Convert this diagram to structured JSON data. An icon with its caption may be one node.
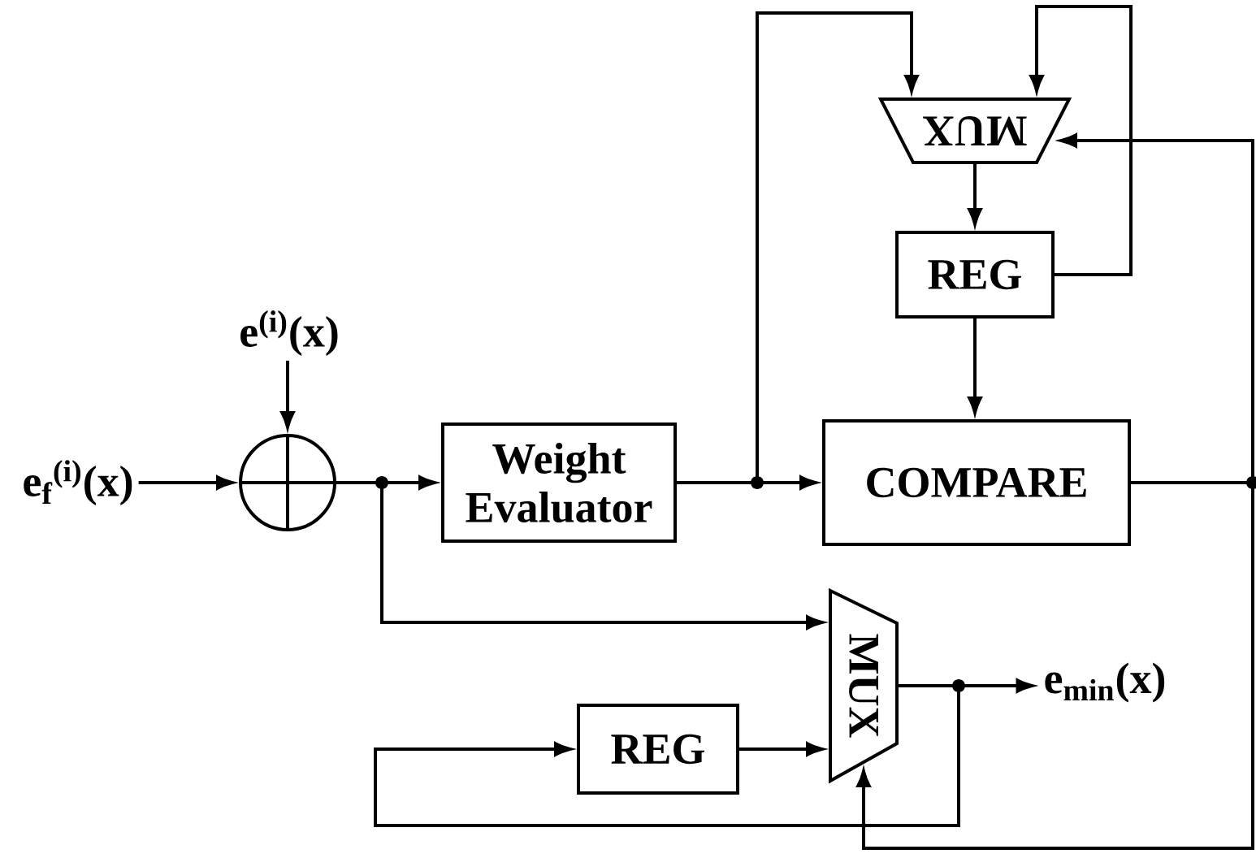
{
  "diagram": {
    "nodes": [
      {
        "text": [
          "e$_{f}$$^{(i)}$(x)"
        ]
      },
      {
        "text": [
          "e$^{(i)}$(x)"
        ]
      },
      {
        "text": [],
        "shape": "circle"
      },
      {
        "text": [
          "Weight Evaluator"
        ]
      },
      {
        "text": [
          "COMPARE"
        ]
      },
      {
        "text": [
          "MUX"
        ]
      },
      {
        "text": [
          "REG"
        ]
      },
      {
        "text": [
          "MUX"
        ]
      },
      {
        "text": [
          "REG"
        ]
      },
      {
        "text": [
          "e$_{min}$(x)"
        ]
      }
    ],
    "edges": [
      {
        "from": 0,
        "to": 2,
        "arrow": "to"
      },
      {
        "from": 1,
        "to": 2,
        "arrow": "to"
      },
      {
        "from": 2,
        "to": 3,
        "arrow": "to"
      },
      {
        "from": 2,
        "to": 7,
        "arrow": "to"
      },
      {
        "from": 3,
        "to": 4,
        "arrow": "to"
      },
      {
        "from": 3,
        "to": 5,
        "arrow": "to"
      },
      {
        "from": 5,
        "to": 6,
        "arrow": "to"
      },
      {
        "from": 6,
        "to": 4,
        "arrow": "to"
      },
      {
        "from": 6,
        "to": 5,
        "arrow": "to"
      },
      {
        "from": 4,
        "to": 5,
        "arrow": "to"
      },
      {
        "from": 4,
        "to": 7,
        "arrow": "to"
      },
      {
        "from": 8,
        "to": 7,
        "arrow": "to"
      },
      {
        "from": 7,
        "to": 9,
        "arrow": "to"
      },
      {
        "from": 7,
        "to": 8,
        "arrow": "to"
      }
    ]
  }
}
